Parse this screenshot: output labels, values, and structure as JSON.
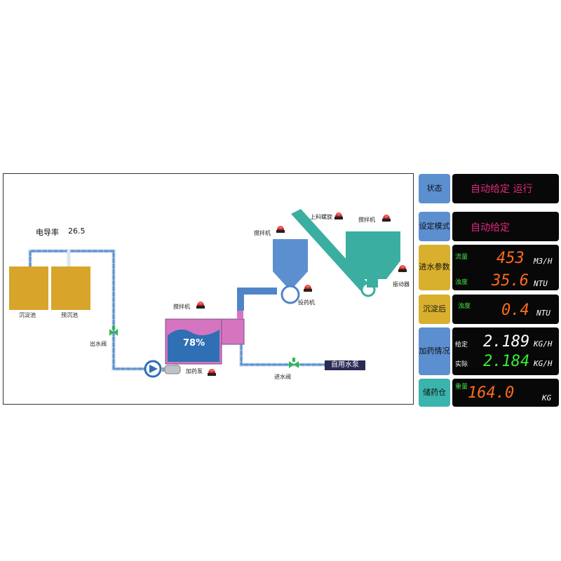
{
  "process": {
    "conductivity_label": "电导率",
    "conductivity_value": "26.5",
    "tank_fill_percent": "78%",
    "labels": {
      "sediment_tank": "沉淀池",
      "presettle_tank": "预沉池",
      "outlet_valve": "出水阀",
      "mixer_left": "搅拌机",
      "dosing_pump": "加药泵",
      "dosing_machine": "投药机",
      "mixer_top": "搅拌机",
      "feed_screw": "上料螺旋",
      "mixer_right": "搅拌机",
      "vibrator": "振动器",
      "inlet_valve": "进水阀",
      "self_pump": "自用水泵"
    }
  },
  "panel": {
    "status": {
      "tag": "状态",
      "value": "自动给定  运行"
    },
    "mode": {
      "tag": "设定模式",
      "value": "自动给定"
    },
    "inlet": {
      "tag": "进水参数",
      "flow_label": "流量",
      "flow_value": "453",
      "flow_unit": "M3/H",
      "turb_label": "浊度",
      "turb_value": "35.6",
      "turb_unit": "NTU"
    },
    "settled": {
      "tag": "沉淀后",
      "turb_label": "浊度",
      "turb_value": "0.4",
      "turb_unit": "NTU"
    },
    "dosing": {
      "tag": "加药情况",
      "set_label": "给定",
      "set_value": "2.189",
      "set_unit": "KG/H",
      "actual_label": "实际",
      "actual_value": "2.184",
      "actual_unit": "KG/H"
    },
    "storage": {
      "tag": "储药仓",
      "weight_label": "重量",
      "weight_value": "164.0",
      "weight_unit": "KG"
    }
  },
  "colors": {
    "tank_gold": "#d8a52a",
    "tank_pink": "#d575c0",
    "water_blue": "#2f6fb3",
    "pipe_blue": "#5a8fcc",
    "teal": "#3aaea0",
    "alarm_red": "#e02020",
    "segment_orange": "#ff6a1a",
    "segment_green": "#33ee33",
    "mode_magenta": "#e0287e"
  }
}
